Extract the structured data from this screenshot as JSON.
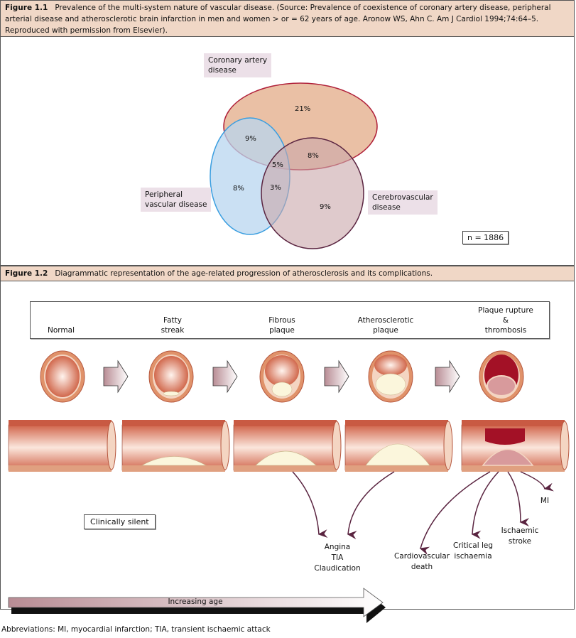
{
  "figure1": {
    "label": "Figure 1.1",
    "caption": "Prevalence of the multi-system nature of vascular disease. (Source: Prevalence of coexistence of coronary artery disease, peripheral arterial disease and atherosclerotic brain infarction in men and women > or = 62 years of age. Aronow WS, Ahn C. Am J Cardiol 1994;74:64–5. Reproduced with permission from Elsevier).",
    "sets": [
      {
        "name": "Coronary artery disease",
        "line1": "Coronary artery",
        "line2": "disease",
        "fill": "#e8b99b",
        "stroke": "#b0213a"
      },
      {
        "name": "Peripheral vascular disease",
        "line1": "Peripheral",
        "line2": "vascular disease",
        "fill": "#b8d6ef",
        "stroke": "#3a9ee0"
      },
      {
        "name": "Cerebrovascular disease",
        "line1": "Cerebrovascular",
        "line2": "disease",
        "fill": "#d9bfc2",
        "stroke": "#5a2440"
      }
    ],
    "regions": {
      "cad_only": "21%",
      "cad_pvd": "9%",
      "cad_cvd": "8%",
      "all_three": "5%",
      "pvd_only": "8%",
      "pvd_cvd": "3%",
      "cvd_only": "9%"
    },
    "sample_size": "n = 1886"
  },
  "figure2": {
    "label": "Figure 1.2",
    "caption": "Diagrammatic representation of the age-related progression of atherosclerosis and its complications.",
    "stages": [
      {
        "line1": "",
        "line2": "",
        "line3": "Normal"
      },
      {
        "line1": "",
        "line2": "Fatty",
        "line3": "streak"
      },
      {
        "line1": "",
        "line2": "Fibrous",
        "line3": "plaque"
      },
      {
        "line1": "",
        "line2": "Atherosclerotic",
        "line3": "plaque"
      },
      {
        "line1": "Plaque rupture",
        "line2": "&",
        "line3": "thrombosis"
      }
    ],
    "clinically_silent": "Clinically silent",
    "outcomes": {
      "stable": [
        "Angina",
        "TIA",
        "Claudication"
      ],
      "cv_death": [
        "Cardiovascular",
        "death"
      ],
      "leg": [
        "Critical leg",
        "ischaemia"
      ],
      "stroke": [
        "Ischaemic",
        "stroke"
      ],
      "mi": [
        "MI"
      ]
    },
    "age_axis": "Increasing age",
    "colors": {
      "arrow": "#5a2440",
      "vessel": "#c95a43",
      "plaque": "#fbf6dc",
      "thrombus": "#a31126"
    }
  },
  "abbreviations": "Abbreviations:  MI, myocardial infarction; TIA, transient ischaemic attack"
}
